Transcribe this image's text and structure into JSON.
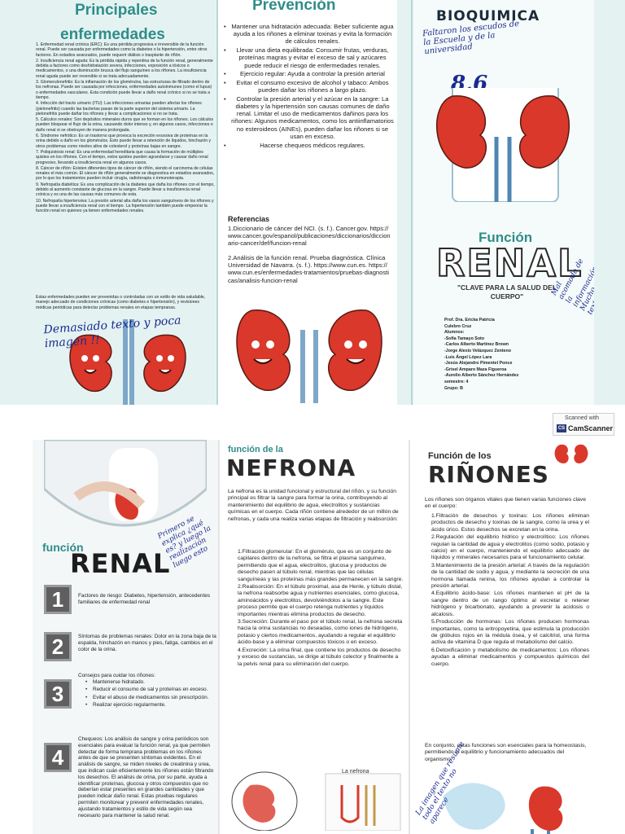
{
  "top": {
    "enfermedades": {
      "title_line1": "Principales",
      "title_line2": "enfermedades",
      "items": [
        "1. Enfermedad renal crónica (ERC): Es una pérdida progresiva e irreversible de la función renal. Puede ser causada por enfermedades como la diabetes o la hipertensión, entre otros factores. En estadios avanzados, puede requerir diálisis o trasplante de riñón.",
        "2. Insuficiencia renal aguda: Es la pérdida rápida y repentina de la función renal, generalmente debida a factores como deshidratación severa, infecciones, exposición a tóxicos o medicamentos, o una disminución brusca del flujo sanguíneo a los riñones. La insuficiencia renal aguda puede ser reversible si se trata adecuadamente.",
        "3. Glomerulonefritis: Es la inflamación de los glomérulos, las estructuras de filtrado dentro de los nefronas. Puede ser causada por infecciones, enfermedades autoinmunes (como el lupus) o enfermedades vasculares. Esta condición puede llevar a daño renal crónico si no se trata a tiempo.",
        "4. Infección del tracto urinario (ITU): Las infecciones urinarias pueden afectar los riñones (pielonefritis) cuando las bacterias pasan de la parte superior del sistema urinario. La pielonefritis puede dañar los riñones y llevar a complicaciones si no se trata.",
        "5. Cálculos renales: Son depósitos minerales duros que se forman en los riñones. Los cálculos pueden bloquear el flujo de la orina, causando dolor intenso y, en algunos casos, infecciones o daño renal si se obstruyen de manera prolongada.",
        "6. Síndrome nefrótico: Es un trastorno que provoca la excreción excesiva de proteínas en la orina debido a daño en los glomérulos. Esto puede llevar a retención de líquidos, hinchazón y otros problemas como niveles altos de colesterol y proteínas bajas en sangre.",
        "7. Poliquistosis renal: Es una enfermedad hereditaria que causa la formación de múltiples quistes en los riñones. Con el tiempo, estos quistes pueden agrandarse y causar daño renal progresivo, llevando a insuficiencia renal en algunos casos.",
        "8. Cáncer de riñón: Existen diferentes tipos de cáncer de riñón, siendo el carcinoma de células renales el más común. El cáncer de riñón generalmente se diagnostica en estadios avanzados, por lo que los tratamientos pueden incluir cirugía, radioterapia o inmunoterapia.",
        "9. Nefropatía diabética: Es una complicación de la diabetes que daña los riñones con el tiempo, debido al aumento constante de glucosa en la sangre. Puede llevar a insuficiencia renal crónica y es una de las causas más comunes de esta.",
        "10. Nefropatía hipertensiva: La presión arterial alta daña los vasos sanguíneos de los riñones y puede llevar a insuficiencia renal con el tiempo. La hipertensión también puede empeorar la función renal en quienes ya tienen enfermedades renales."
      ],
      "closing": "Estas enfermedades pueden ser prevenidas o controladas con un estilo de vida saludable, manejo adecuado de condiciones crónicas (como diabetes e hipertensión), y revisiones médicas periódicas para detectar problemas renales en etapas tempranas.",
      "handwritten_note": "Demasiado texto y poca imagen !!"
    },
    "prevencion": {
      "title": "Prevención",
      "bullets": [
        "Mantener una hidratación adecuada: Beber suficiente agua ayuda a los riñones a eliminar toxinas y evita la formación de cálculos renales.",
        "Llevar una dieta equilibrada: Consumir frutas, verduras, proteínas magras y evitar el exceso de sal y azúcares puede reducir el riesgo de enfermedades renales.",
        "Ejercicio regular: Ayuda a controlar la presión arterial",
        "Evitar el consumo excesivo de alcohol y tabaco: Ambos pueden dañar los riñones a largo plazo.",
        "Controlar la presión arterial y el azúcar en la sangre: La diabetes y la hipertensión son causas comunes de daño renal. Limitar el uso de medicamentos dañinos para los riñones: Algunos medicamentos, como los antiinflamatorios no esteroideos (AINEs), pueden dañar los riñones si se usan en exceso.",
        "Hacerse chequeos médicos regulares."
      ],
      "refs_title": "Referencias",
      "refs": [
        "1.Diccionario de cáncer del NCI. (s. f.). Cancer.gov. https://www.cancer.gov/espanol/publicaciones/diccionarios/diccionario-cancer/def/funcion-renal",
        "2.Análisis de la función renal. Prueba diagnóstica. Clínica Universidad de Navarra. (s. f.). https://www.cun.es. https://www.cun.es/enfermedades-tratamientos/pruebas-diagnosticas/analisis-funcion-renal"
      ]
    },
    "cover": {
      "bioquimica": "BIOQUIMICA",
      "handwritten_top": "Faltaron los escudos de la Escuela y de la universidad",
      "grade": "8.6",
      "funcion": "Función",
      "renal": "RENAL",
      "subtitle": "\"CLAVE PARA LA SALUD DEL CUERPO\"",
      "credits": [
        "Prof. Dra. Ericka Patricia",
        "Culebro Cruz",
        "Alumnos:",
        "-Sofía Tamayo Soto",
        "-Carlos Alberto Martínez Brown",
        "-Jorge Alexis Velázquez Zenteno",
        "-Luis Ángel López Lara",
        "-Jesús Alejandro Pimentel Ponce",
        "-Grisel Amparo Maza Figueroa",
        "-Aurelio Alberto Sánchez Hernández",
        "semestre: 4",
        "Grupo: B"
      ],
      "handwritten_side": "Mal acomodo de la información. Mucho texto y poca imagen que resuma la información"
    }
  },
  "scanner": {
    "line1": "Scanned with",
    "line2": "CamScanner"
  },
  "bottom": {
    "renal_panel": {
      "funcion": "función",
      "renal": "RENAL",
      "handwritten": "Primero se explica ¿qué es? y luego la realización luego esto",
      "steps": [
        {
          "number": "1",
          "text": "Factores de riesgo: Diabetes, hipertensión, antecedentes familiares de enfermedad renal"
        },
        {
          "number": "2",
          "text": "Síntomas de problemas renales: Dolor en la zona baja de la espalda, hinchazón en manos y pies, fatiga, cambios en el color de la orina."
        },
        {
          "number": "3",
          "text": "Consejos para cuidar los riñones:",
          "bullets": [
            "Mantenerse hidratado.",
            "Reducir el consumo de sal y proteínas en exceso.",
            "Evitar el abuso de medicamentos sin prescripción.",
            "Realizar ejercicio regularmente."
          ]
        },
        {
          "number": "4",
          "text": "Chequeos: Los análisis de sangre y orina periódicos son esenciales para evaluar la función renal, ya que permiten detectar de forma temprana problemas en los riñones antes de que se presenten síntomas evidentes. En el análisis de sangre, se miden niveles de creatinina y urea, que indican cuán eficientemente los riñones están filtrando los desechos. El análisis de orina, por su parte, ayuda a identificar proteínas, glucosa y otros compuestos que no deberían estar presentes en grandes cantidades y que pueden indicar daño renal. Estas pruebas regulares permiten monitorear y prevenir enfermedades renales, ajustando tratamientos y estilo de vida según sea necesario para mantener la salud renal."
        }
      ]
    },
    "nefrona": {
      "pre": "función de la",
      "title": "NEFRONA",
      "intro": "La nefrona es la unidad funcional y estructural del riñón, y su función principal es filtrar la sangre para formar la orina, contribuyendo al mantenimiento del equilibrio de agua, electrolitos y sustancias químicas en el cuerpo. Cada riñón contiene alrededor de un millón de nefronas, y cada una realiza varias etapas de filtración y reabsorción:",
      "items": [
        "1.Filtración glomerular: En el glomérulo, que es un conjunto de capilares dentro de la nefrona, se filtra el plasma sanguíneo, permitiendo que el agua, electrolitos, glucosa y productos de desecho pasen al túbulo renal, mientras que las células sanguíneas y las proteínas más grandes permanecen en la sangre.",
        "2.Reabsorción: En el túbulo proximal, asa de Henle, y túbulo distal, la nefrona reabsorbe agua y nutrientes esenciales, como glucosa, aminoácidos y electrolitos, devolviéndolos a la sangre. Este proceso permite que el cuerpo retenga nutrientes y líquidos importantes mientras elimina productos de desecho.",
        "3.Secreción: Durante el paso por el túbulo renal, la nefrona secreta hacia la orina sustancias no deseadas, como iones de hidrógeno, potasio y ciertos medicamentos, ayudando a regular el equilibrio ácido-base y a eliminar compuestos tóxicos o en exceso.",
        "4.Excreción: La orina final, que contiene los productos de desecho y exceso de sustancias, se dirige al túbulo colector y finalmente a la pelvis renal para su eliminación del cuerpo."
      ],
      "figure_label": "La nefrona"
    },
    "rinones": {
      "pre": "Función de los",
      "title": "RIÑONES",
      "intro": "Los riñones son órganos vitales que tienen varias funciones clave en el cuerpo:",
      "items": [
        "1.Filtración de desechos y toxinas: Los riñones eliminan productos de desecho y toxinas de la sangre, como la urea y el ácido úrico. Estos desechos se excretan en la orina.",
        "2.Regulación del equilibrio hídrico y electrolítico: Los riñones regulan la cantidad de agua y electrolitos (como sodio, potasio y calcio) en el cuerpo, manteniendo el equilibrio adecuado de líquidos y minerales necesarios para el funcionamiento celular.",
        "3.Mantenimiento de la presión arterial: A través de la regulación de la cantidad de sodio y agua, y mediante la secreción de una hormona llamada renina, los riñones ayudan a controlar la presión arterial.",
        "4.Equilibrio ácido-base: Los riñones mantienen el pH de la sangre dentro de un rango óptimo al excretar o retener hidrógeno y bicarbonato, ayudando a prevenir la acidosis o alcalosis.",
        "5.Producción de hormonas: Los riñones producen hormonas importantes, como la eritropoyetina, que estimula la producción de glóbulos rojos en la médula ósea, y el calcitriol, una forma activa de vitamina D que regula el metabolismo del calcio.",
        "6.Detoxificación y metabolismo de medicamentos: Los riñones ayudan a eliminar medicamentos y compuestos químicos del cuerpo."
      ],
      "closing": "En conjunto, estas funciones son esenciales para la homeostasis, permitiendo el equilibrio y funcionamiento adecuados del organismo.",
      "handwritten": "La imagen que resume todo el texto no aparece"
    }
  },
  "colors": {
    "teal": "#2f8d8a",
    "dark": "#3a3a3a",
    "kidney": "#d9382b",
    "ink": "#1a2a8c"
  }
}
